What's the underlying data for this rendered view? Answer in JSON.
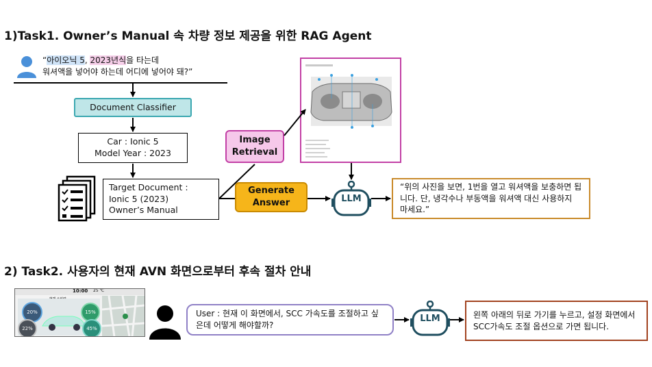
{
  "task1": {
    "title": "1)Task1. Owner’s Manual 속 차량 정보 제공을 위한 RAG Agent",
    "query": {
      "open_quote": "“",
      "car": "아이오닉 5",
      "sep": ", ",
      "year": "2023년식",
      "rest1": "을 타는데",
      "line2": "워셔액을 넣어야 하는데 어디에 넣어야 돼?”"
    },
    "classifier": "Document Classifier",
    "car_info": "Car : Ionic 5\nModel Year : 2023",
    "target_doc": "Target Document :\nIonic 5 (2023)\nOwner’s Manual",
    "image_retrieval": "Image\nRetrieval",
    "generate_answer": "Generate\nAnswer",
    "llm": "LLM",
    "answer": "“위의 사진을 보면, 1번을 열고 워셔액을 보충하면 됩니다. 단, 냉각수나 부동액을 워셔액 대신 사용하지 마세요.”"
  },
  "task2": {
    "title": "2) Task2. 사용자의 현재 AVN 화면으로부터 후속 절차 안내",
    "screen": {
      "time": "10:00",
      "temp": "25 ℃",
      "label": "현재 소비량",
      "g1": "20%",
      "g2": "22%",
      "g3": "15%",
      "g4": "45%"
    },
    "user_query": "User : 현재 이 화면에서, SCC 가속도를 조절하고 싶은데 어떻게 해야할까?",
    "llm": "LLM",
    "answer": "왼쪽 아래의 뒤로 가기를 누르고, 설정 화면에서 SCC가속도 조절 옵션으로 가면 됩니다."
  },
  "colors": {
    "classifier_fill": "#bfe6e8",
    "classifier_border": "#3aa7b0",
    "image_retrieval_fill": "#f6c8ea",
    "image_retrieval_border": "#c23fa5",
    "generate_fill": "#f6b51a",
    "generate_border": "#c98a00",
    "answer_border": "#c98a2a",
    "answer2_border": "#a1411e",
    "bubble_border": "#8f80c6",
    "llm_color": "#1f4e5f",
    "user_icon_blue": "#4a90d9"
  }
}
